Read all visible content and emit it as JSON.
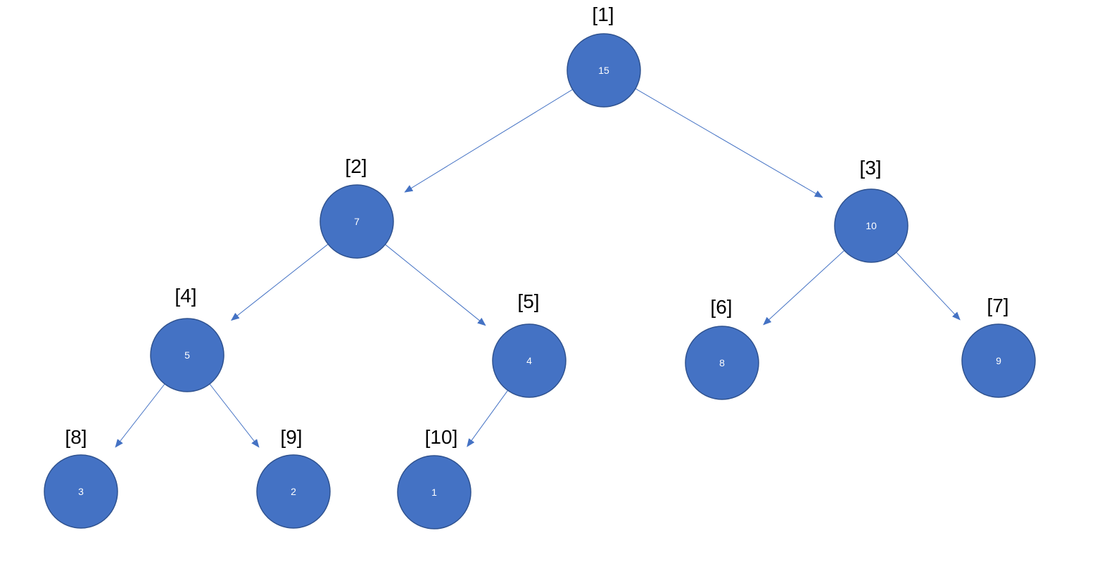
{
  "colors": {
    "node_fill": "#4472C4",
    "node_stroke": "#2F528F",
    "node_text": "#FFFFFF",
    "edge": "#4472C4",
    "label_text": "#000000"
  },
  "nodes": [
    {
      "index": "[1]",
      "value": "15"
    },
    {
      "index": "[2]",
      "value": "7"
    },
    {
      "index": "[3]",
      "value": "10"
    },
    {
      "index": "[4]",
      "value": "5"
    },
    {
      "index": "[5]",
      "value": "4"
    },
    {
      "index": "[6]",
      "value": "8"
    },
    {
      "index": "[7]",
      "value": "9"
    },
    {
      "index": "[8]",
      "value": "3"
    },
    {
      "index": "[9]",
      "value": "2"
    },
    {
      "index": "[10]",
      "value": "1"
    }
  ],
  "edges": [
    {
      "from": 1,
      "to": 2
    },
    {
      "from": 1,
      "to": 3
    },
    {
      "from": 2,
      "to": 4
    },
    {
      "from": 2,
      "to": 5
    },
    {
      "from": 3,
      "to": 6
    },
    {
      "from": 3,
      "to": 7
    },
    {
      "from": 4,
      "to": 8
    },
    {
      "from": 4,
      "to": 9
    },
    {
      "from": 5,
      "to": 10
    }
  ]
}
